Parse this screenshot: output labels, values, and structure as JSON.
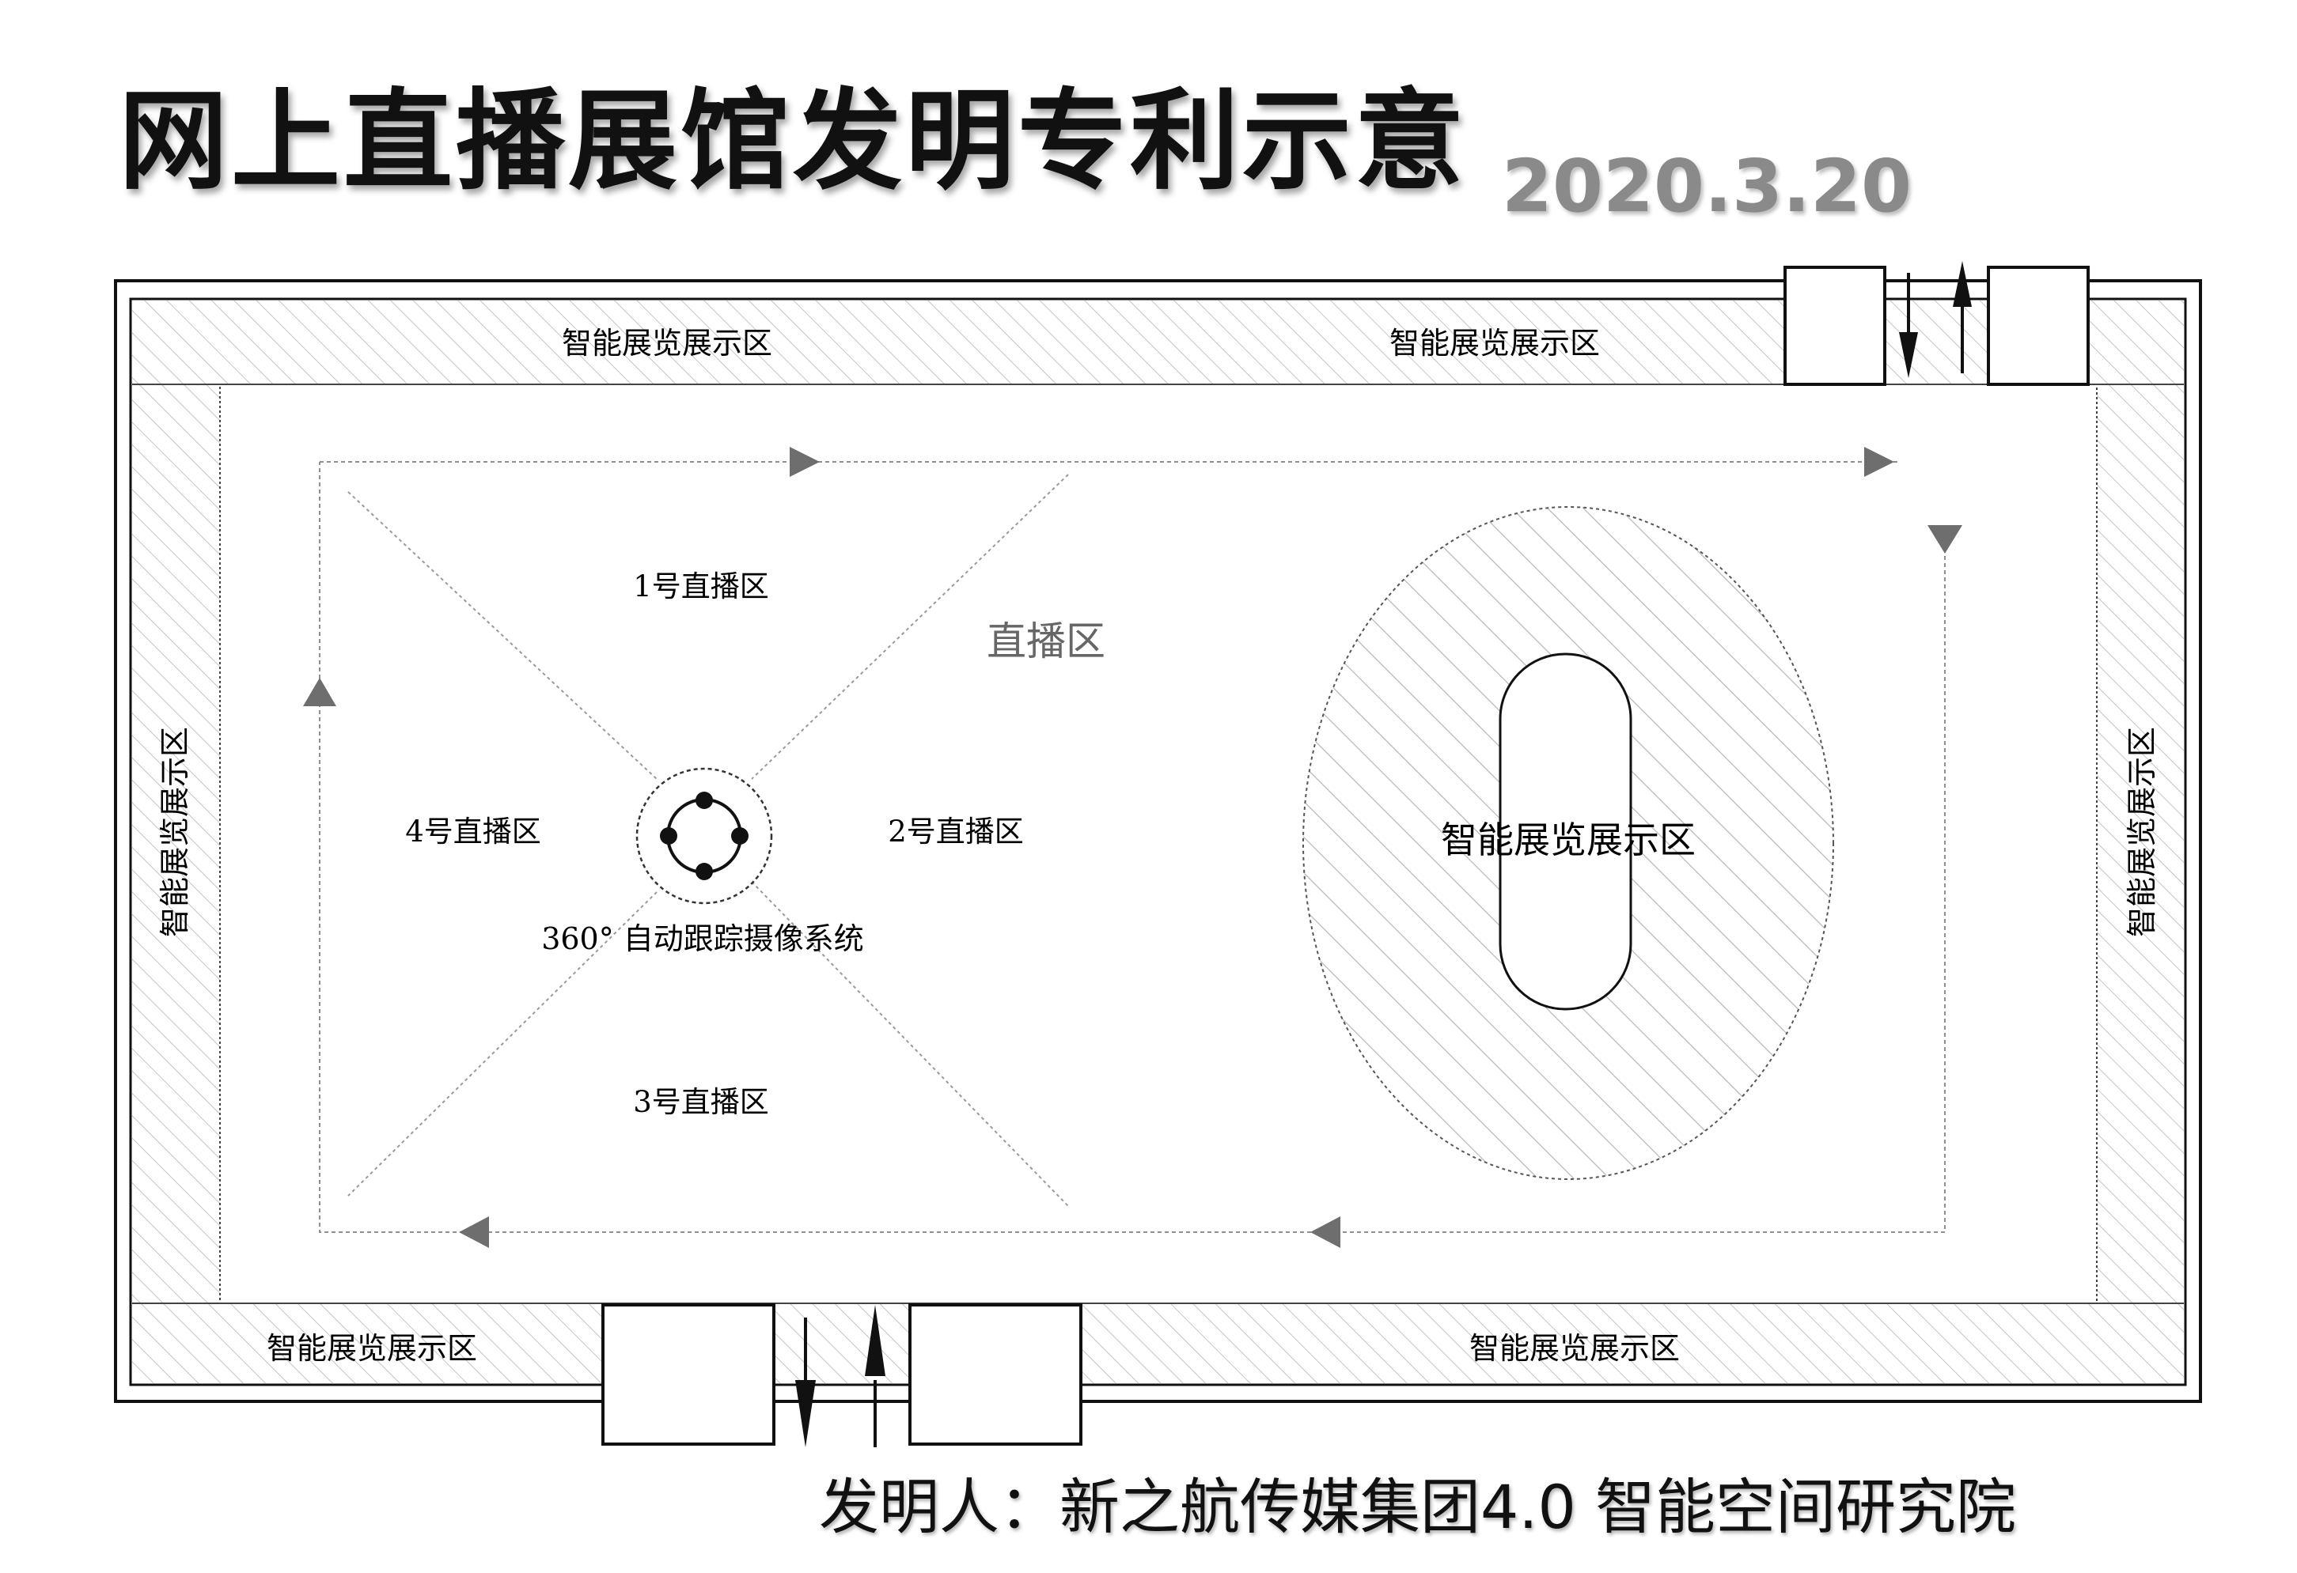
{
  "title": "网上直播展馆发明专利示意",
  "date": "2020.3.20",
  "inventor": "发明人：新之航传媒集团4.0 智能空间研究院",
  "exhibit_zone_label": "智能展览展示区",
  "live_zones": {
    "zone1": "1号直播区",
    "zone2": "2号直播区",
    "zone3": "3号直播区",
    "zone4": "4号直播区",
    "main": "直播区"
  },
  "camera_label": "360° 自动跟踪摄像系统",
  "colors": {
    "line": "#111111",
    "hatch": "#bdbdbd",
    "arrow": "#6e6e6e",
    "flow": "#9a9a9a"
  }
}
